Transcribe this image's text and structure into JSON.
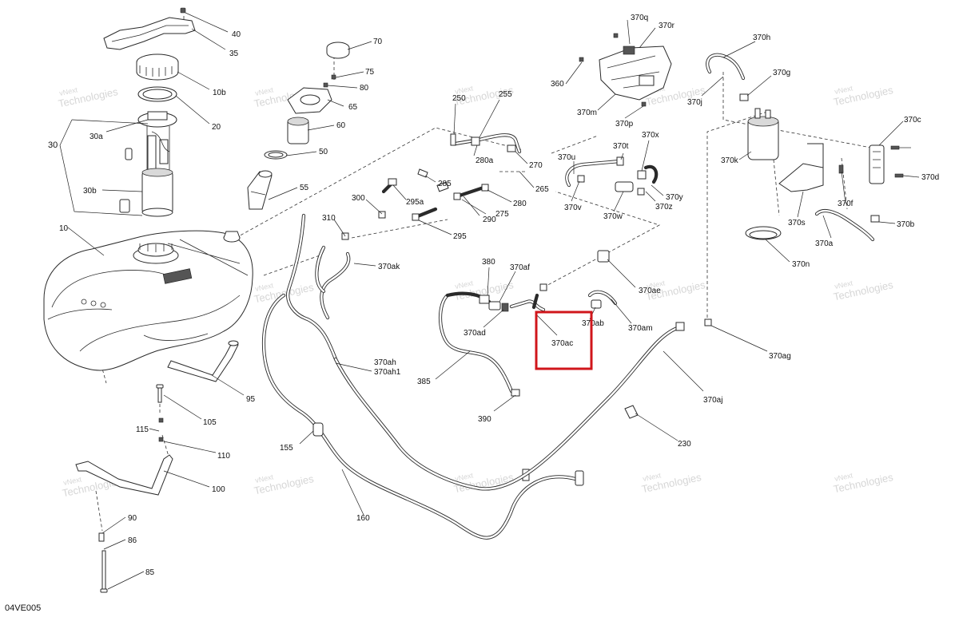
{
  "diagram_code": "04VE005",
  "watermark": {
    "line1": "vNext",
    "line2": "Technologies"
  },
  "highlight": {
    "part": "370ac",
    "color": "#d0161b"
  },
  "callouts": {
    "c40": "40",
    "c35": "35",
    "c10b": "10b",
    "c20": "20",
    "c30": "30",
    "c30a": "30a",
    "c30b": "30b",
    "c10": "10",
    "c70": "70",
    "c75": "75",
    "c80": "80",
    "c65": "65",
    "c60": "60",
    "c50": "50",
    "c55": "55",
    "c250": "250",
    "c255": "255",
    "c280a": "280a",
    "c270": "270",
    "c285": "285",
    "c265": "265",
    "c295a": "295a",
    "c280": "280",
    "c275": "275",
    "c290": "290",
    "c300": "300",
    "c310": "310",
    "c295": "295",
    "c370q": "370q",
    "c370r": "370r",
    "c360": "360",
    "c370m": "370m",
    "c370p": "370p",
    "c370j": "370j",
    "c370h": "370h",
    "c370g": "370g",
    "c370c": "370c",
    "c370k": "370k",
    "c370d": "370d",
    "c370f": "370f",
    "c370b": "370b",
    "c370s": "370s",
    "c370a": "370a",
    "c370n": "370n",
    "c370t": "370t",
    "c370x": "370x",
    "c370u": "370u",
    "c370y": "370y",
    "c370z": "370z",
    "c370v": "370v",
    "c370w": "370w",
    "c370ak": "370ak",
    "c380": "380",
    "c370af": "370af",
    "c370ae": "370ae",
    "c370ad": "370ad",
    "c370ab": "370ab",
    "c370am": "370am",
    "c370ac": "370ac",
    "c370ag": "370ag",
    "c370ah": "370ah",
    "c370ah1": "370ah1",
    "c385": "385",
    "c390": "390",
    "c370aj": "370aj",
    "c230": "230",
    "c95": "95",
    "c105": "105",
    "c115": "115",
    "c110": "110",
    "c155": "155",
    "c160": "160",
    "c100": "100",
    "c90": "90",
    "c86": "86",
    "c85": "85"
  }
}
